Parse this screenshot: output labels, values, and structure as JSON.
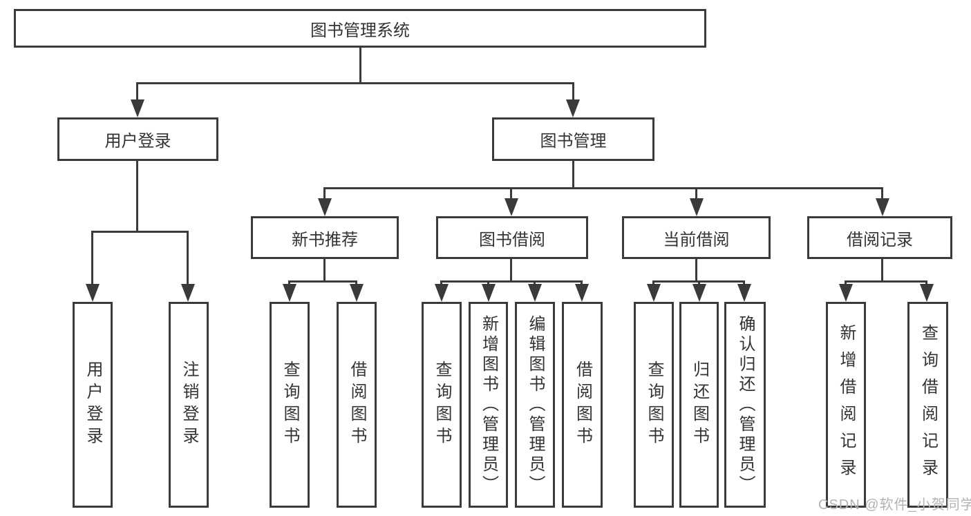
{
  "diagram": {
    "root": {
      "label": "图书管理系统"
    },
    "level2": [
      {
        "label": "用户登录"
      },
      {
        "label": "图书管理"
      }
    ],
    "level3": [
      {
        "label": "新书推荐"
      },
      {
        "label": "图书借阅"
      },
      {
        "label": "当前借阅"
      },
      {
        "label": "借阅记录"
      }
    ],
    "leaves": {
      "user": [
        "用户登录",
        "注销登录"
      ],
      "recommend": [
        "查询图书",
        "借阅图书"
      ],
      "borrow": [
        "查询图书",
        "新增图书（管理员）",
        "编辑图书（管理员）",
        "借阅图书"
      ],
      "current": [
        "查询图书",
        "归还图书",
        "确认归还（管理员）"
      ],
      "records": [
        "新增借阅记录",
        "查询借阅记录"
      ]
    }
  },
  "watermark": "CSDN @软件_小贺同学",
  "colors": {
    "line": "#3a3a3a",
    "text": "#333333",
    "watermark_text": "#b3b3b3",
    "background": "#ffffff"
  }
}
